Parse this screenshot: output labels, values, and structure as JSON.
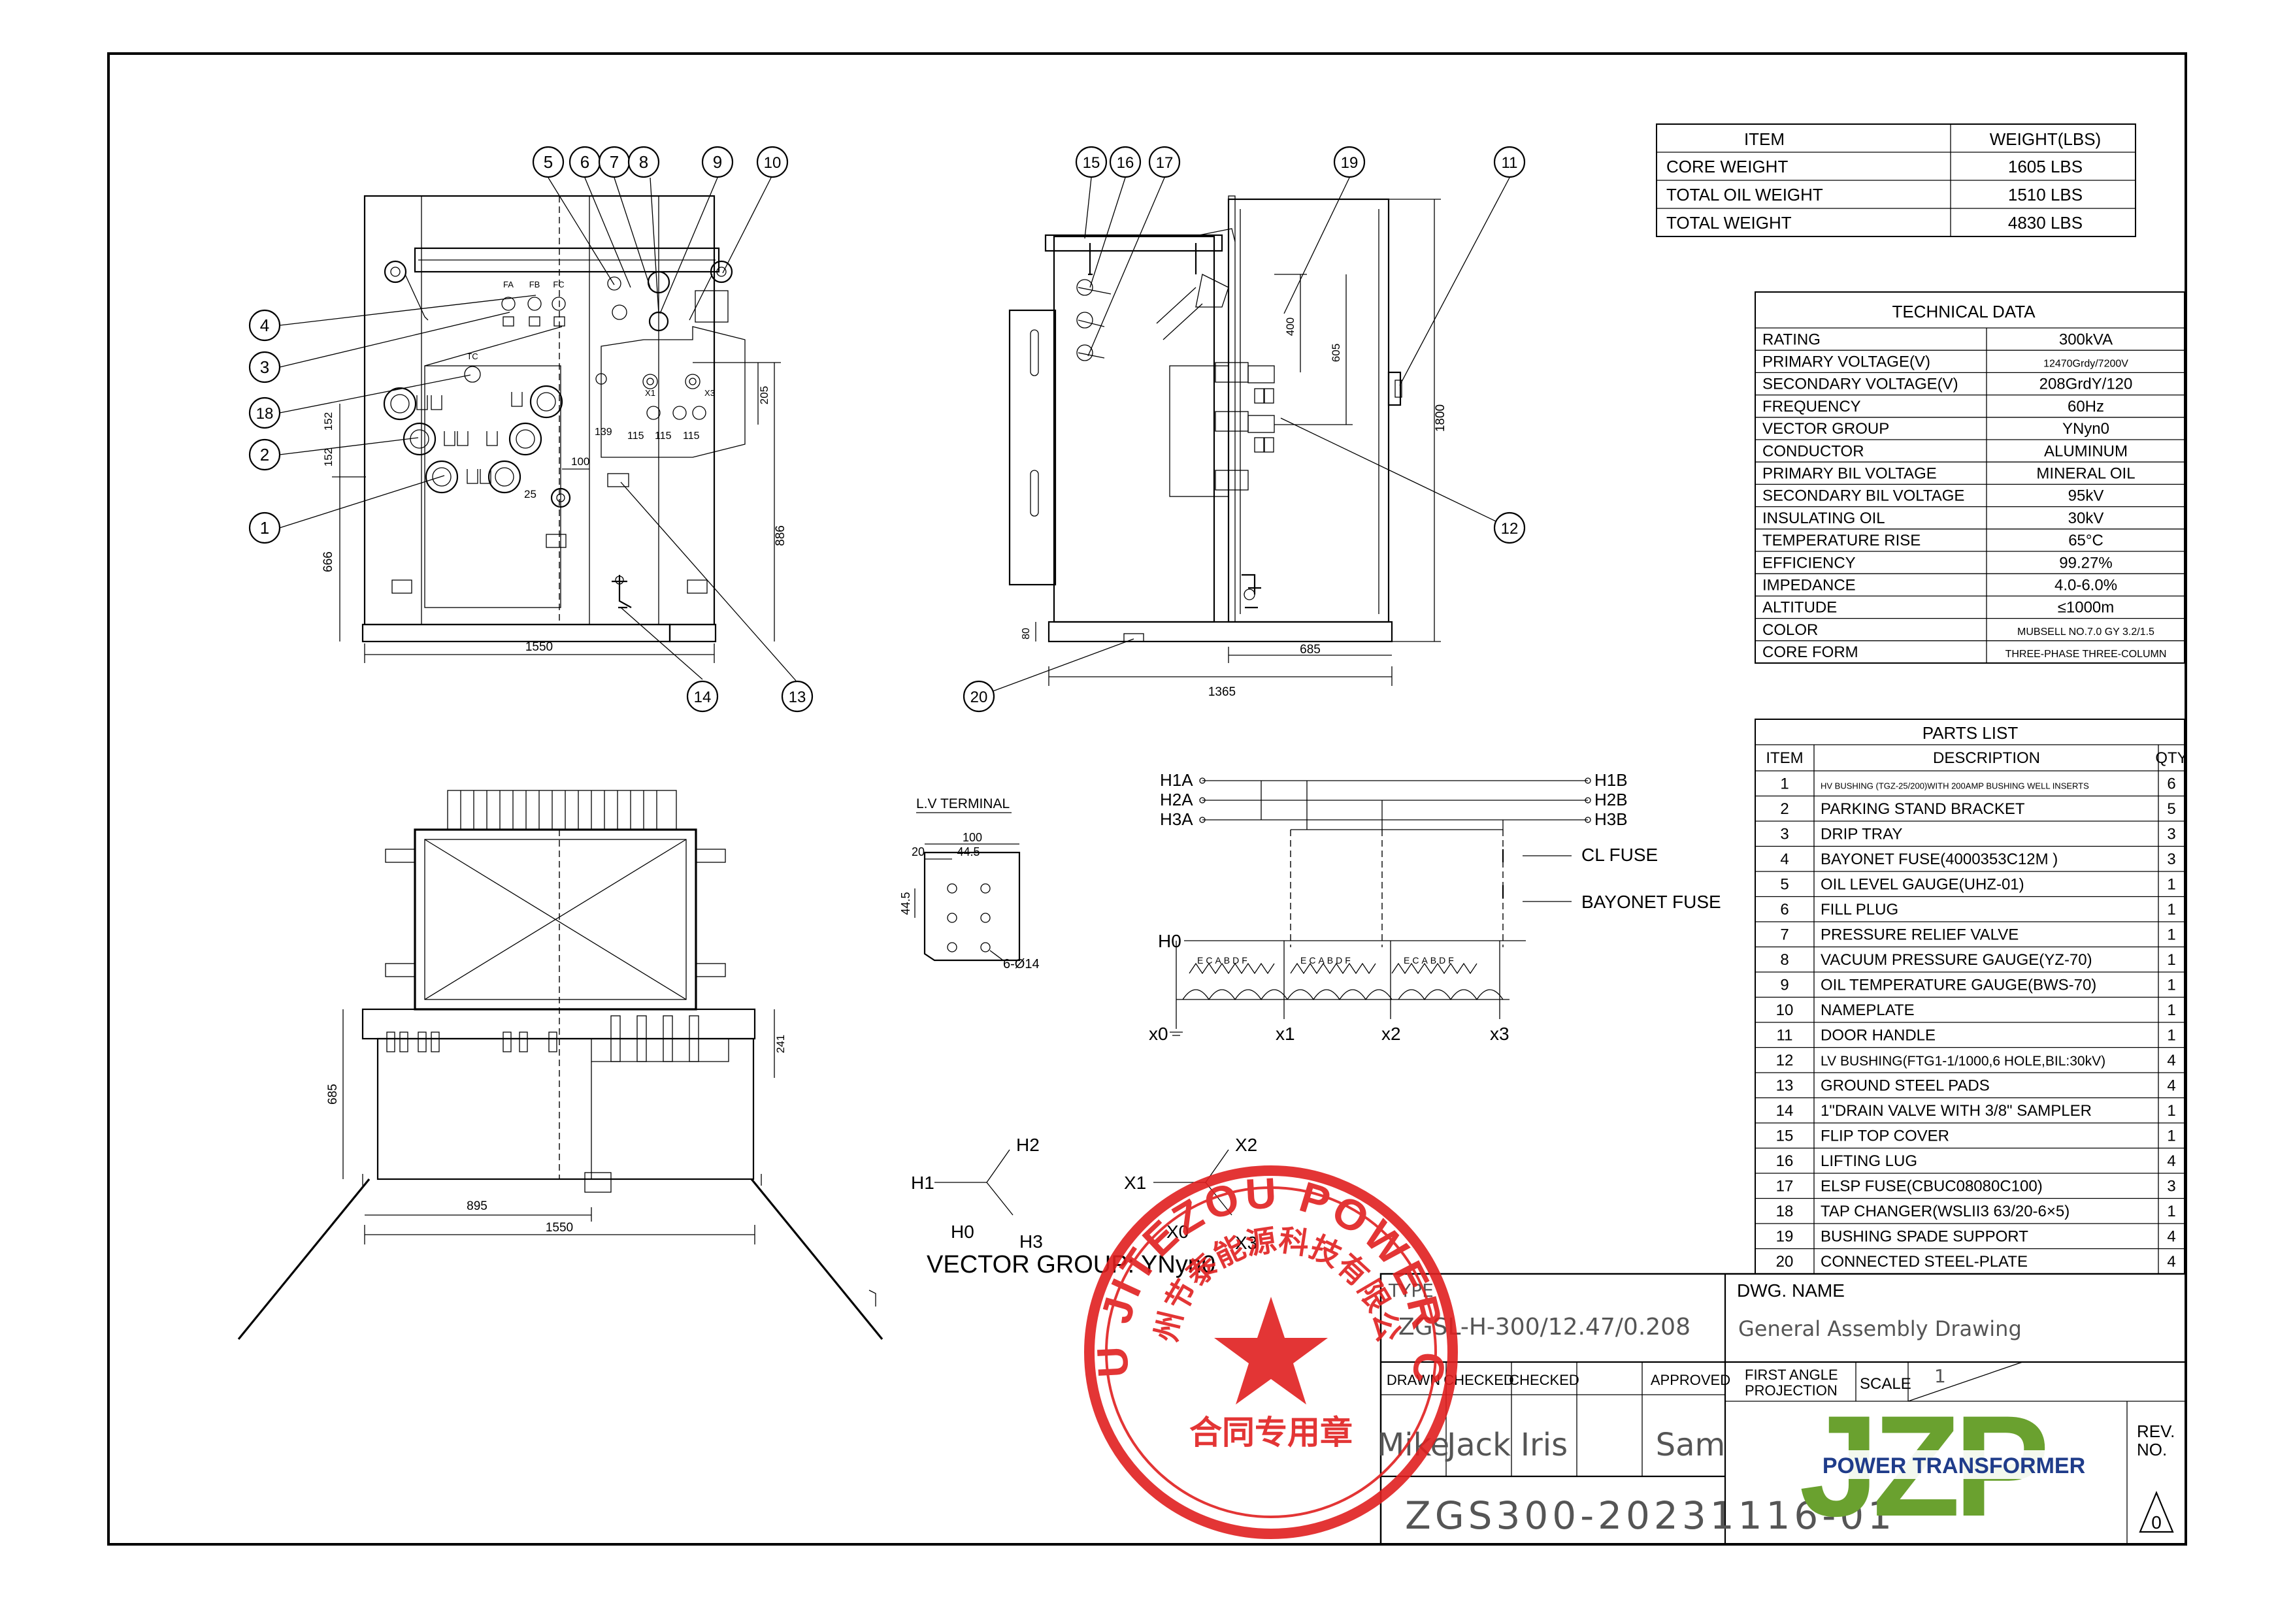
{
  "weight_table": {
    "header": {
      "item": "ITEM",
      "weight": "WEIGHT(LBS)"
    },
    "rows": [
      {
        "item": "CORE WEIGHT",
        "value": "1605  LBS"
      },
      {
        "item": "TOTAL OIL WEIGHT",
        "value": "1510  LBS"
      },
      {
        "item": "TOTAL WEIGHT",
        "value": "4830  LBS"
      }
    ]
  },
  "technical_data": {
    "title": "TECHNICAL DATA",
    "rows": [
      {
        "label": "RATING",
        "value": "300kVA"
      },
      {
        "label": "PRIMARY VOLTAGE(V)",
        "value": "12470Grdy/7200V"
      },
      {
        "label": "SECONDARY VOLTAGE(V)",
        "value": "208GrdY/120"
      },
      {
        "label": "FREQUENCY",
        "value": "60Hz"
      },
      {
        "label": "VECTOR GROUP",
        "value": "YNyn0"
      },
      {
        "label": "CONDUCTOR",
        "value": "ALUMINUM"
      },
      {
        "label": "PRIMARY BIL VOLTAGE",
        "value": "MINERAL OIL"
      },
      {
        "label": "SECONDARY BIL VOLTAGE",
        "value": "95kV"
      },
      {
        "label": "INSULATING OIL",
        "value": "30kV"
      },
      {
        "label": "TEMPERATURE RISE",
        "value": "65°C"
      },
      {
        "label": "EFFICIENCY",
        "value": "99.27%"
      },
      {
        "label": "IMPEDANCE",
        "value": "4.0-6.0%"
      },
      {
        "label": "ALTITUDE",
        "value": "≤1000m"
      },
      {
        "label": "COLOR",
        "value": "MUBSELL NO.7.0 GY 3.2/1.5"
      },
      {
        "label": "CORE FORM",
        "value": "THREE-PHASE THREE-COLUMN"
      }
    ]
  },
  "parts_list": {
    "title": "PARTS LIST",
    "headers": {
      "item": "ITEM",
      "description": "DESCRIPTION",
      "qty": "QTY"
    },
    "rows": [
      {
        "item": "1",
        "description": "HV BUSHING (TGZ-25/200)WITH 200AMP BUSHING WELL INSERTS",
        "qty": "6"
      },
      {
        "item": "2",
        "description": "PARKING STAND BRACKET",
        "qty": "5"
      },
      {
        "item": "3",
        "description": "DRIP TRAY",
        "qty": "3"
      },
      {
        "item": "4",
        "description": "BAYONET FUSE(4000353C12M )",
        "qty": "3"
      },
      {
        "item": "5",
        "description": "OIL LEVEL GAUGE(UHZ-01)",
        "qty": "1"
      },
      {
        "item": "6",
        "description": "FILL PLUG",
        "qty": "1"
      },
      {
        "item": "7",
        "description": "PRESSURE RELIEF VALVE",
        "qty": "1"
      },
      {
        "item": "8",
        "description": "VACUUM PRESSURE GAUGE(YZ-70)",
        "qty": "1"
      },
      {
        "item": "9",
        "description": "OIL TEMPERATURE GAUGE(BWS-70)",
        "qty": "1"
      },
      {
        "item": "10",
        "description": "NAMEPLATE",
        "qty": "1"
      },
      {
        "item": "11",
        "description": "DOOR HANDLE",
        "qty": "1"
      },
      {
        "item": "12",
        "description": "LV BUSHING(FTG1-1/1000,6 HOLE,BIL:30kV)",
        "qty": "4"
      },
      {
        "item": "13",
        "description": "GROUND STEEL PADS",
        "qty": "4"
      },
      {
        "item": "14",
        "description": "1\"DRAIN VALVE WITH 3/8\" SAMPLER",
        "qty": "1"
      },
      {
        "item": "15",
        "description": "FLIP TOP COVER",
        "qty": "1"
      },
      {
        "item": "16",
        "description": "LIFTING LUG",
        "qty": "4"
      },
      {
        "item": "17",
        "description": "ELSP FUSE(CBUC08080C100)",
        "qty": "3"
      },
      {
        "item": "18",
        "description": "TAP CHANGER(WSLII3  63/20-6×5)",
        "qty": "1"
      },
      {
        "item": "19",
        "description": "BUSHING SPADE SUPPORT",
        "qty": "4"
      },
      {
        "item": "20",
        "description": "CONNECTED STEEL-PLATE",
        "qty": "4"
      }
    ]
  },
  "title_block": {
    "type_label": "TYPE",
    "type_value": "ZGSL-H-300/12.47/0.208",
    "dwg_name_label": "DWG. NAME",
    "dwg_name_value": "General Assembly Drawing",
    "drawn_label": "DRAWN",
    "checked_label_1": "CHECKED",
    "checked_label_2": "CHECKED",
    "approved_label": "APPROVED",
    "drawn_value": "Mike",
    "checked_value_1": "Jack",
    "checked_value_2": "Iris",
    "approved_value": "Sam",
    "projection_line1": "FIRST ANGLE",
    "projection_line2": "PROJECTION",
    "scale_label": "SCALE",
    "scale_value": "1",
    "rev_label_1": "REV.",
    "rev_label_2": "NO.",
    "rev_value": "0",
    "drawing_number": "ZGS300-20231116-01",
    "logo_letters": "JZP",
    "logo_tagline": "POWER TRANSFORMER"
  },
  "stamp": {
    "outer_text": "SUZHOU JITEZOU POWER CO.,LTD",
    "inner_text": "苏州节泰能源科技有限公司",
    "bottom_text": "合同专用章"
  },
  "front_view": {
    "balloons": [
      "1",
      "2",
      "3",
      "4",
      "18",
      "5",
      "6",
      "7",
      "8",
      "9",
      "10",
      "13",
      "14"
    ],
    "dims": {
      "w": "1550",
      "h_left": "666",
      "h_right": "886",
      "d152a": "152",
      "d152b": "152",
      "d205": "205",
      "d100": "100",
      "d25": "25",
      "d139": "139",
      "d115": "115",
      "d115b": "115",
      "d115c": "115"
    },
    "labels": {
      "fa": "FA",
      "fb": "FB",
      "fc": "FC",
      "tc": "TC",
      "x1": "X1",
      "x3": "X3"
    }
  },
  "side_view": {
    "balloons": [
      "15",
      "16",
      "17",
      "19",
      "11",
      "12",
      "20"
    ],
    "dims": {
      "w": "1365",
      "w2": "685",
      "h": "1800",
      "h400": "400",
      "h605": "605",
      "h80": "80"
    }
  },
  "top_view": {
    "dims": {
      "w": "1550",
      "w895": "895",
      "h685": "685",
      "h241": "241"
    }
  },
  "lv_terminal": {
    "title": "L.V TERMINAL",
    "dims": {
      "w100": "100",
      "d20": "20",
      "d445a": "44.5",
      "d445b": "44.5",
      "holes": "6-Ø14"
    }
  },
  "wiring": {
    "left": [
      "H1A",
      "H2A",
      "H3A"
    ],
    "right": [
      "H1B",
      "H2B",
      "H3B"
    ],
    "cl_fuse": "CL FUSE",
    "bayonet_fuse": "BAYONET FUSE",
    "h0": "H0",
    "x_labels": [
      "x0",
      "x1",
      "x2",
      "x3"
    ],
    "taps": [
      "ECABDF",
      "ECABDF",
      "ECABDF"
    ]
  },
  "vector_group": {
    "hv": {
      "h1": "H1",
      "h2": "H2",
      "h3": "H3",
      "h0": "H0"
    },
    "lv": {
      "x1": "X1",
      "x2": "X2",
      "x3": "X3",
      "x0": "X0"
    },
    "caption": "VECTOR  GROUP: YNyn0"
  }
}
